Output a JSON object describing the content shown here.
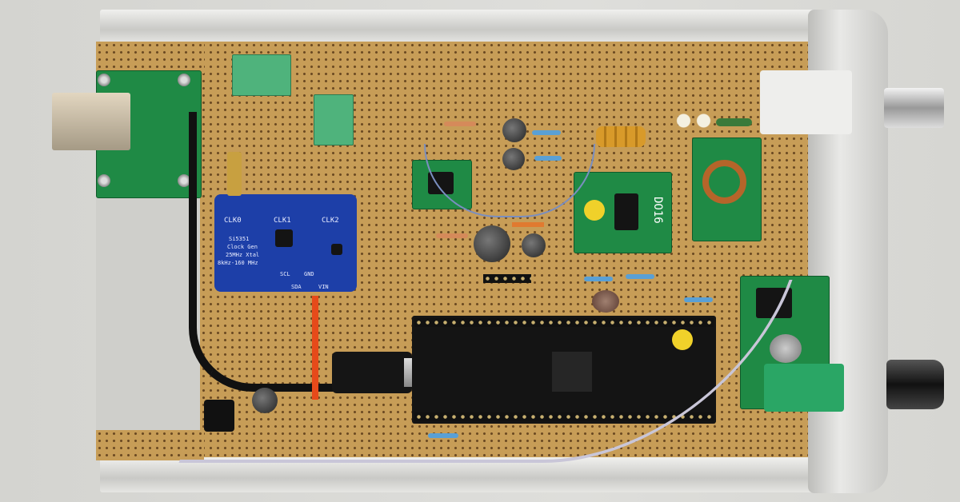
{
  "photo": {
    "subject": "",
    "clock_board": {
      "clk0": "CLK0",
      "clk1": "CLK1",
      "clk2": "CLK2",
      "line1": "Si5351",
      "line2": "Clock Gen",
      "line3": "25MHz Xtal",
      "line4": "8kHz-160 MHz",
      "scl": "SCL",
      "gnd": "GND",
      "sda": "SDA",
      "vin": "VIN"
    },
    "adapter_board": {
      "label": "DO16"
    },
    "colors": {
      "perfboard": "#c79d57",
      "clock_board": "#1d3fa8",
      "green_boards": "#1f8a45",
      "mcu_board": "#141414",
      "enclosure": "#e6e6e3"
    }
  }
}
